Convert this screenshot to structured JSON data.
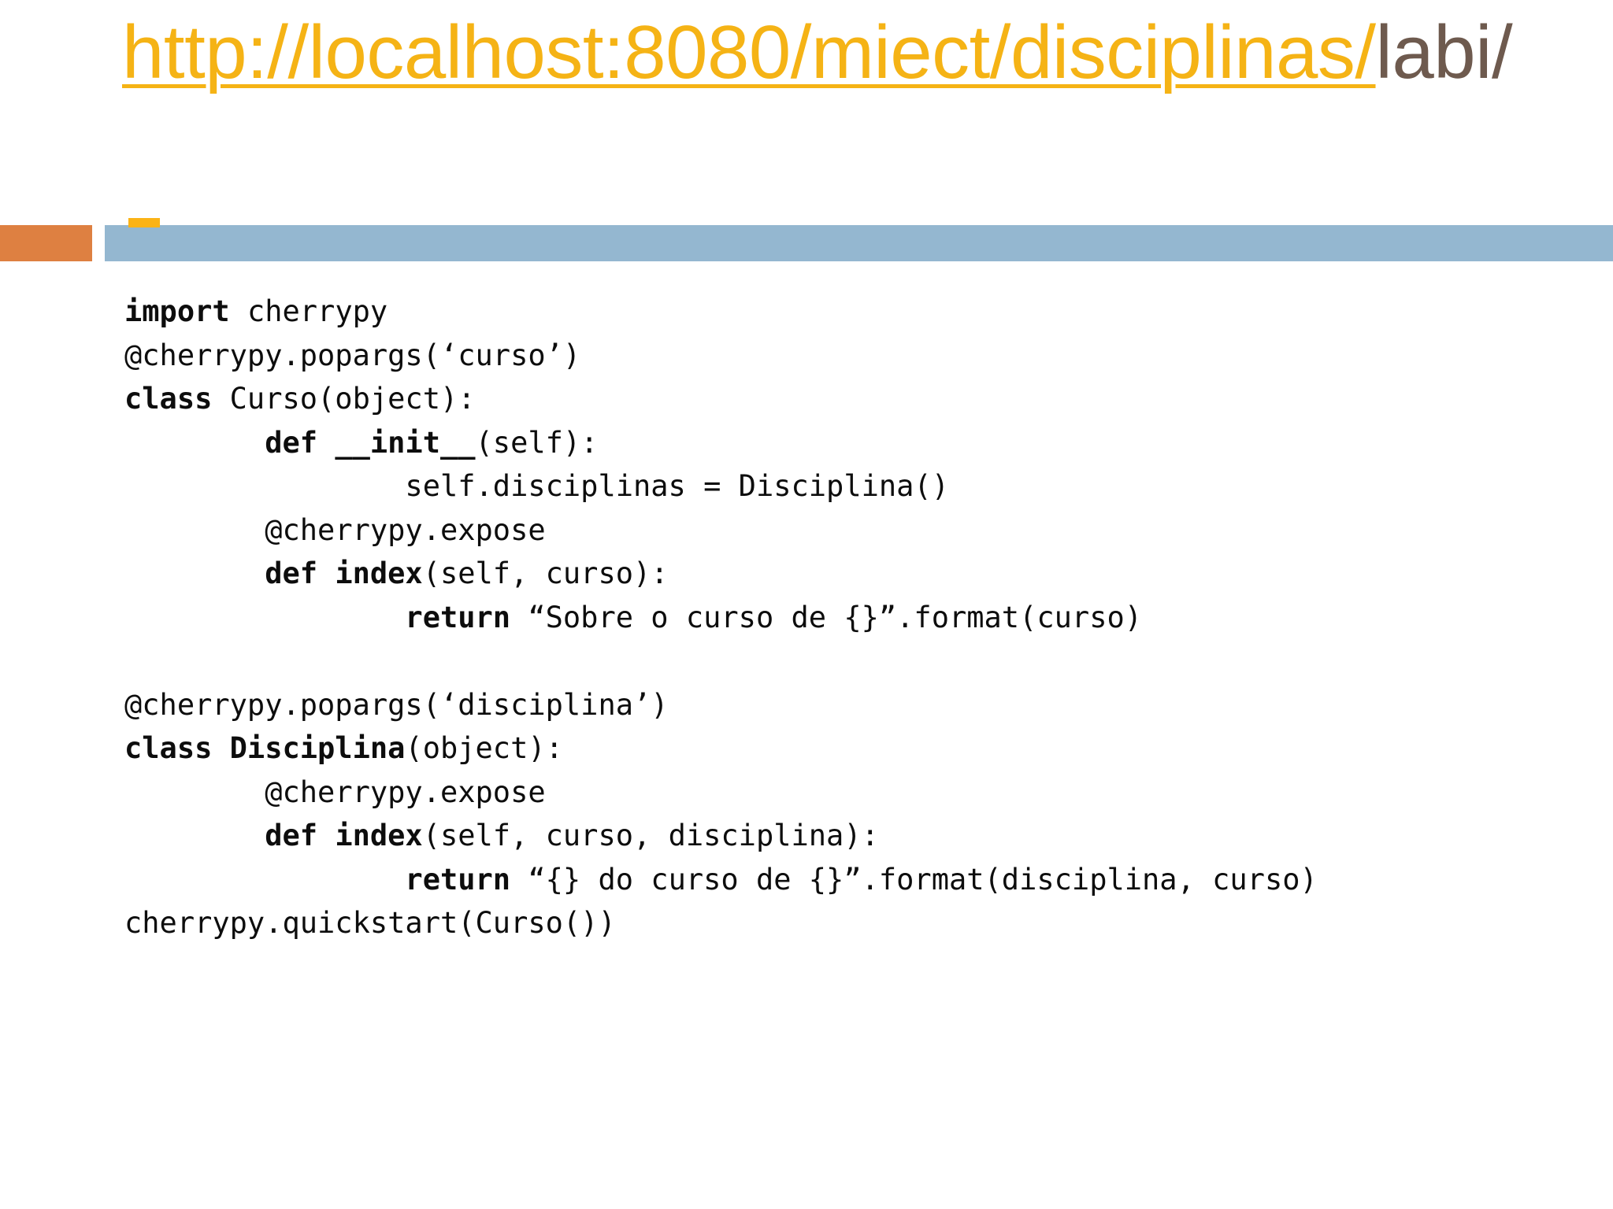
{
  "slide": {
    "title": {
      "link_text": "http://localhost:8080/miect/disciplinas/",
      "tail_text": "labi/",
      "link_color": "#F5B315",
      "tail_color": "#6E5A4E"
    },
    "divider": {
      "orange_color": "#DE8041",
      "blue_color": "#94B7D0",
      "accent_color": "#FBB316"
    },
    "code": {
      "language": "python",
      "lines": [
        [
          {
            "t": "import ",
            "bold": true
          },
          {
            "t": "cherrypy",
            "bold": false
          }
        ],
        [
          {
            "t": "@cherrypy.popargs(‘curso’)",
            "bold": false
          }
        ],
        [
          {
            "t": "class ",
            "bold": true
          },
          {
            "t": "Curso(object):",
            "bold": false
          }
        ],
        [
          {
            "t": "        ",
            "bold": false
          },
          {
            "t": "def __init__",
            "bold": true
          },
          {
            "t": "(self):",
            "bold": false
          }
        ],
        [
          {
            "t": "                self.disciplinas = Disciplina()",
            "bold": false
          }
        ],
        [
          {
            "t": "        @cherrypy.expose",
            "bold": false
          }
        ],
        [
          {
            "t": "        ",
            "bold": false
          },
          {
            "t": "def index",
            "bold": true
          },
          {
            "t": "(self, curso):",
            "bold": false
          }
        ],
        [
          {
            "t": "                ",
            "bold": false
          },
          {
            "t": "return ",
            "bold": true
          },
          {
            "t": "“Sobre o curso de {}”.format(curso)",
            "bold": false
          }
        ],
        [],
        [
          {
            "t": "@cherrypy.popargs(‘disciplina’)",
            "bold": false
          }
        ],
        [
          {
            "t": "class Disciplina",
            "bold": true
          },
          {
            "t": "(object):",
            "bold": false
          }
        ],
        [
          {
            "t": "        @cherrypy.expose",
            "bold": false
          }
        ],
        [
          {
            "t": "        ",
            "bold": false
          },
          {
            "t": "def index",
            "bold": true
          },
          {
            "t": "(self, curso, disciplina):",
            "bold": false
          }
        ],
        [
          {
            "t": "                ",
            "bold": false
          },
          {
            "t": "return ",
            "bold": true
          },
          {
            "t": "“{} do curso de {}”.format(disciplina, curso)",
            "bold": false
          }
        ],
        [
          {
            "t": "cherrypy.quickstart(Curso())",
            "bold": false
          }
        ]
      ]
    }
  }
}
